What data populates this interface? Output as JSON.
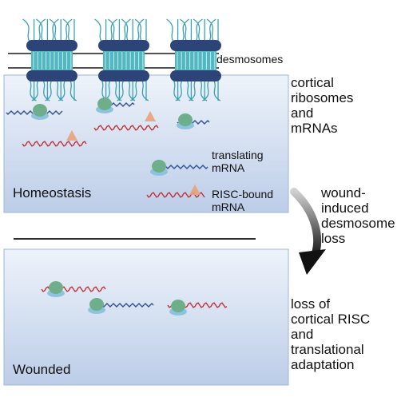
{
  "labels": {
    "desmosomes": "desmosomes",
    "cortical": [
      "cortical",
      "ribosomes",
      "and",
      "mRNAs"
    ],
    "translating": [
      "translating",
      "mRNA"
    ],
    "risc_bound": [
      "RISC-bound",
      "mRNA"
    ],
    "homeostasis": "Homeostasis",
    "transition": [
      "wound-",
      "induced",
      "desmosome",
      "loss"
    ],
    "wounded": "Wounded",
    "outcome": [
      "loss of",
      "cortical RISC",
      "and",
      "translational",
      "adaptation"
    ]
  },
  "colors": {
    "panel_top": "#eef3fa",
    "panel_bottom": "#bccde8",
    "panel_border": "#9fb6d8",
    "desmosome_plaque": "#2c4478",
    "desmosome_core": "#4fb8c0",
    "cadherin_strands": "#3aa0b6",
    "membrane": "#1a1a1a",
    "ribosome_large": "#6fae8a",
    "ribosome_small": "#8ec3de",
    "translating_mrna": "#2f4f9a",
    "risc_mrna": "#c0303a",
    "risc_protein": "#e8a27a",
    "arrow": "#222222"
  }
}
